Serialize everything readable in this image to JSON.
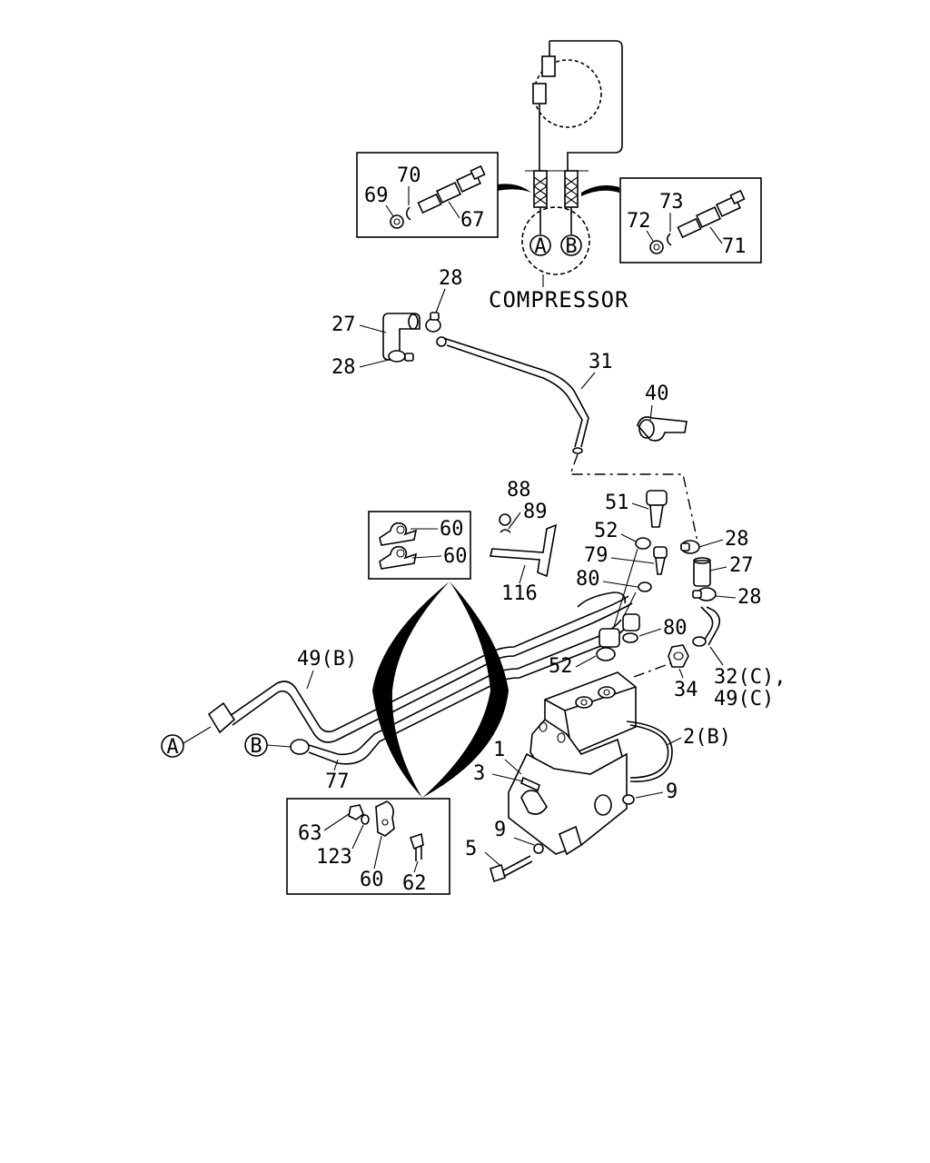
{
  "labels": {
    "compressor": "COMPRESSOR",
    "ref_a": "A",
    "ref_b": "B",
    "p1": "1",
    "p2b": "2(B)",
    "p3": "3",
    "p5": "5",
    "p9a": "9",
    "p9b": "9",
    "p27a": "27",
    "p27b": "27",
    "p28a": "28",
    "p28b": "28",
    "p28c": "28",
    "p28d": "28",
    "p31": "31",
    "p32c": "32(C),",
    "p49c": "49(C)",
    "p34": "34",
    "p40": "40",
    "p49b": "49(B)",
    "p51": "51",
    "p52a": "52",
    "p52b": "52",
    "p60a": "60",
    "p60b": "60",
    "p60c": "60",
    "p62": "62",
    "p63": "63",
    "p67": "67",
    "p69": "69",
    "p70": "70",
    "p71": "71",
    "p72": "72",
    "p73": "73",
    "p77": "77",
    "p79": "79",
    "p80a": "80",
    "p80b": "80",
    "p88": "88",
    "p89": "89",
    "p116": "116",
    "p123": "123"
  }
}
